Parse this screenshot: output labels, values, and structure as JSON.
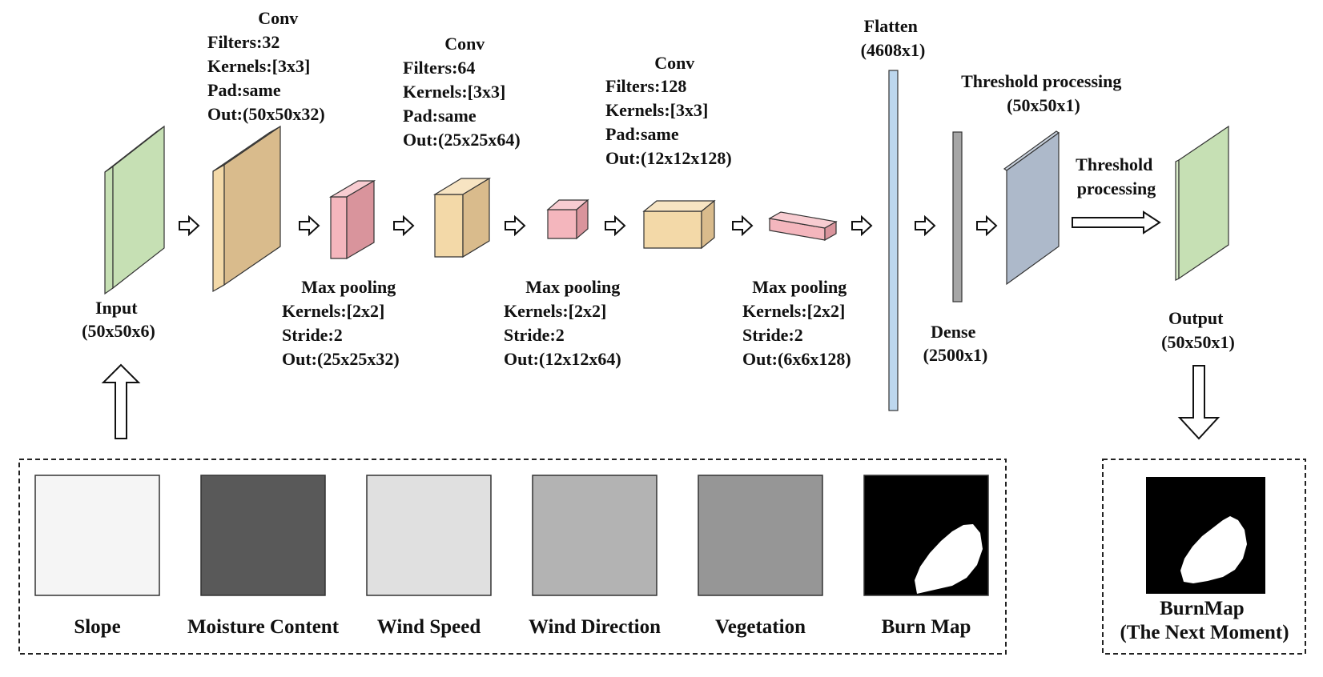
{
  "colors": {
    "input_green": "#c6e0b4",
    "conv_tan": "#f3d9a8",
    "pool_pink": "#f4b6bd",
    "flatten_blue": "#bdd7ee",
    "dense_gray": "#a6a6a6",
    "threshold_blue": "#adb9ca",
    "output_green": "#c6e0b4"
  },
  "labels": {
    "input": [
      "Input",
      "(50x50x6)"
    ],
    "conv1": [
      "Conv",
      "Filters:32",
      "Kernels:[3x3]",
      "Pad:same",
      "Out:(50x50x32)"
    ],
    "pool1": [
      "Max pooling",
      "Kernels:[2x2]",
      "Stride:2",
      "Out:(25x25x32)"
    ],
    "conv2": [
      "Conv",
      "Filters:64",
      "Kernels:[3x3]",
      "Pad:same",
      "Out:(25x25x64)"
    ],
    "pool2": [
      "Max pooling",
      "Kernels:[2x2]",
      "Stride:2",
      "Out:(12x12x64)"
    ],
    "conv3": [
      "Conv",
      "Filters:128",
      "Kernels:[3x3]",
      "Pad:same",
      "Out:(12x12x128)"
    ],
    "pool3": [
      "Max pooling",
      "Kernels:[2x2]",
      "Stride:2",
      "Out:(6x6x128)"
    ],
    "flatten": [
      "Flatten",
      "(4608x1)"
    ],
    "dense": [
      "Dense",
      "(2500x1)"
    ],
    "threshold_layer": [
      "Threshold processing",
      "(50x50x1)"
    ],
    "threshold_arrow": [
      "Threshold",
      "processing"
    ],
    "output": [
      "Output",
      "(50x50x1)"
    ]
  },
  "input_maps": [
    {
      "label": "Slope",
      "fill": "#f5f5f5"
    },
    {
      "label": "Moisture Content",
      "fill": "#595959"
    },
    {
      "label": "Wind Speed",
      "fill": "#e0e0e0"
    },
    {
      "label": "Wind Direction",
      "fill": "#b3b3b3"
    },
    {
      "label": "Vegetation",
      "fill": "#969696"
    },
    {
      "label": "Burn Map",
      "fill": "#000000"
    }
  ],
  "output_map": {
    "label": [
      "BurnMap",
      "(The Next Moment)"
    ],
    "fill": "#000000"
  }
}
